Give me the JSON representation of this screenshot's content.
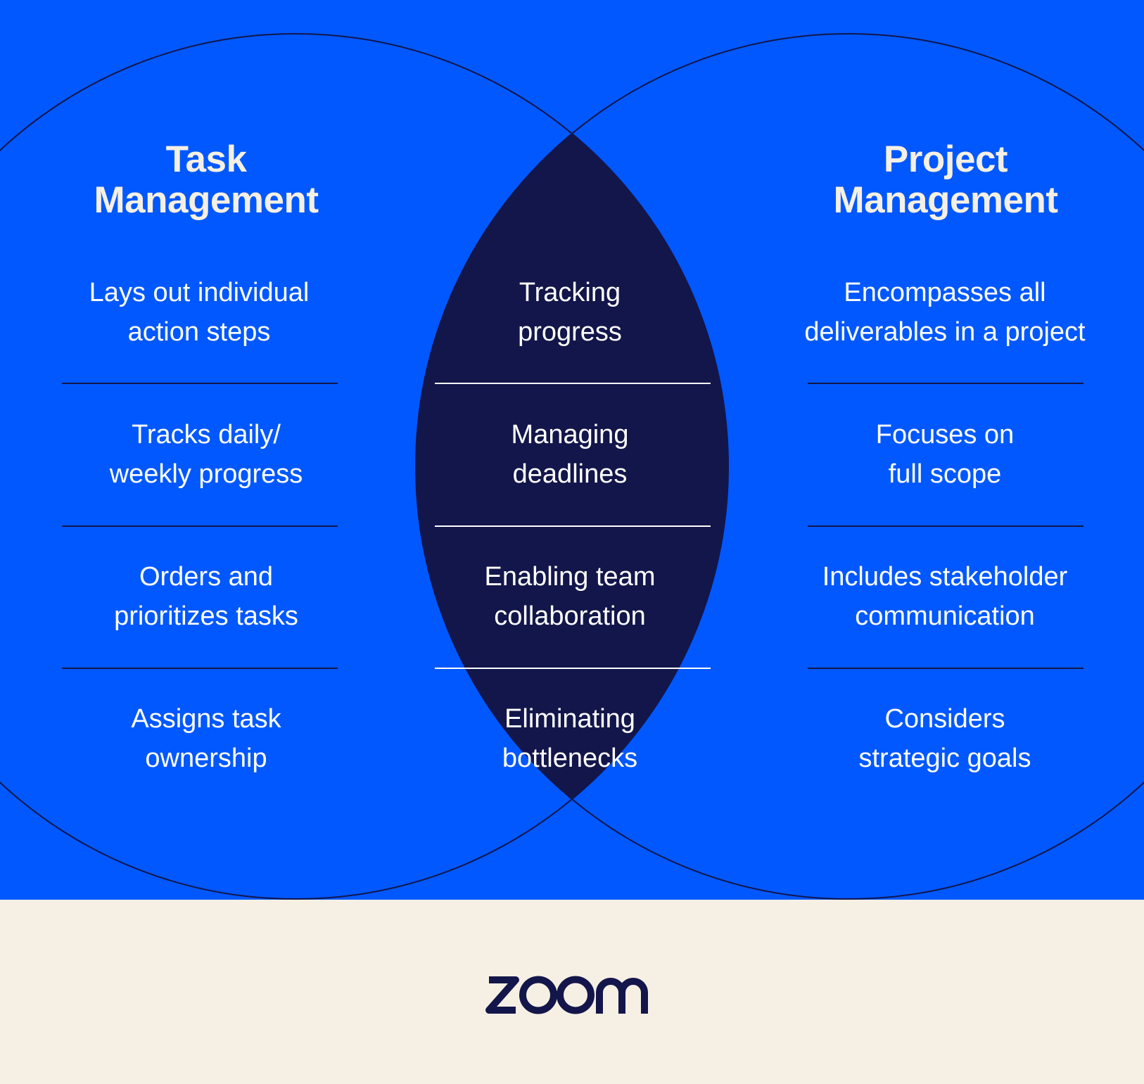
{
  "colors": {
    "blue": "#0158FE",
    "navy": "#13164A",
    "cream": "#F6F0E4"
  },
  "left": {
    "title_line1": "Task",
    "title_line2": "Management",
    "items": [
      {
        "line1": "Lays out individual",
        "line2": "action steps"
      },
      {
        "line1": "Tracks daily/",
        "line2": "weekly progress"
      },
      {
        "line1": "Orders and",
        "line2": "prioritizes tasks"
      },
      {
        "line1": "Assigns task",
        "line2": "ownership"
      }
    ]
  },
  "center": {
    "items": [
      {
        "line1": "Tracking",
        "line2": "progress"
      },
      {
        "line1": "Managing",
        "line2": "deadlines"
      },
      {
        "line1": "Enabling team",
        "line2": "collaboration"
      },
      {
        "line1": "Eliminating",
        "line2": "bottlenecks"
      }
    ]
  },
  "right": {
    "title_line1": "Project",
    "title_line2": "Management",
    "items": [
      {
        "line1": "Encompasses all",
        "line2": "deliverables in a project"
      },
      {
        "line1": "Focuses on",
        "line2": "full scope"
      },
      {
        "line1": "Includes stakeholder",
        "line2": "communication"
      },
      {
        "line1": "Considers",
        "line2": "strategic goals"
      }
    ]
  },
  "footer": {
    "logo_text": "zoom"
  }
}
